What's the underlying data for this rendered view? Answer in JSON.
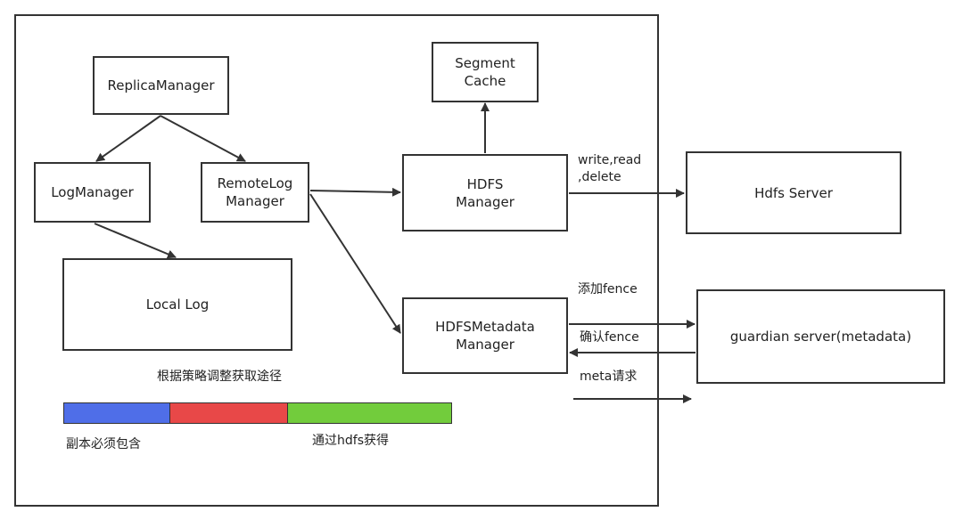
{
  "nodes": {
    "replica_manager": "ReplicaManager",
    "log_manager": "LogManager",
    "remote_log_manager": "RemoteLog\nManager",
    "local_log": "Local Log",
    "segment_cache": "Segment\nCache",
    "hdfs_manager": "HDFS\nManager",
    "hdfs_metadata_manager": "HDFSMetadata\nManager",
    "hdfs_server": "Hdfs Server",
    "guardian_server": "guardian server(metadata)"
  },
  "edge_labels": {
    "write_read_delete": "write,read\n,delete",
    "add_fence": "添加fence",
    "confirm_fence": "确认fence",
    "meta_request": "meta请求"
  },
  "strategy_caption": "根据策略调整获取途径",
  "strategy_bar": {
    "segments": [
      {
        "color": "#4f6ee8",
        "caption": "副本必须包含"
      },
      {
        "color": "#e84848",
        "caption": ""
      },
      {
        "color": "#72cc3c",
        "caption": "通过hdfs获得"
      }
    ]
  },
  "colors": {
    "line": "#333333",
    "background": "#ffffff"
  }
}
